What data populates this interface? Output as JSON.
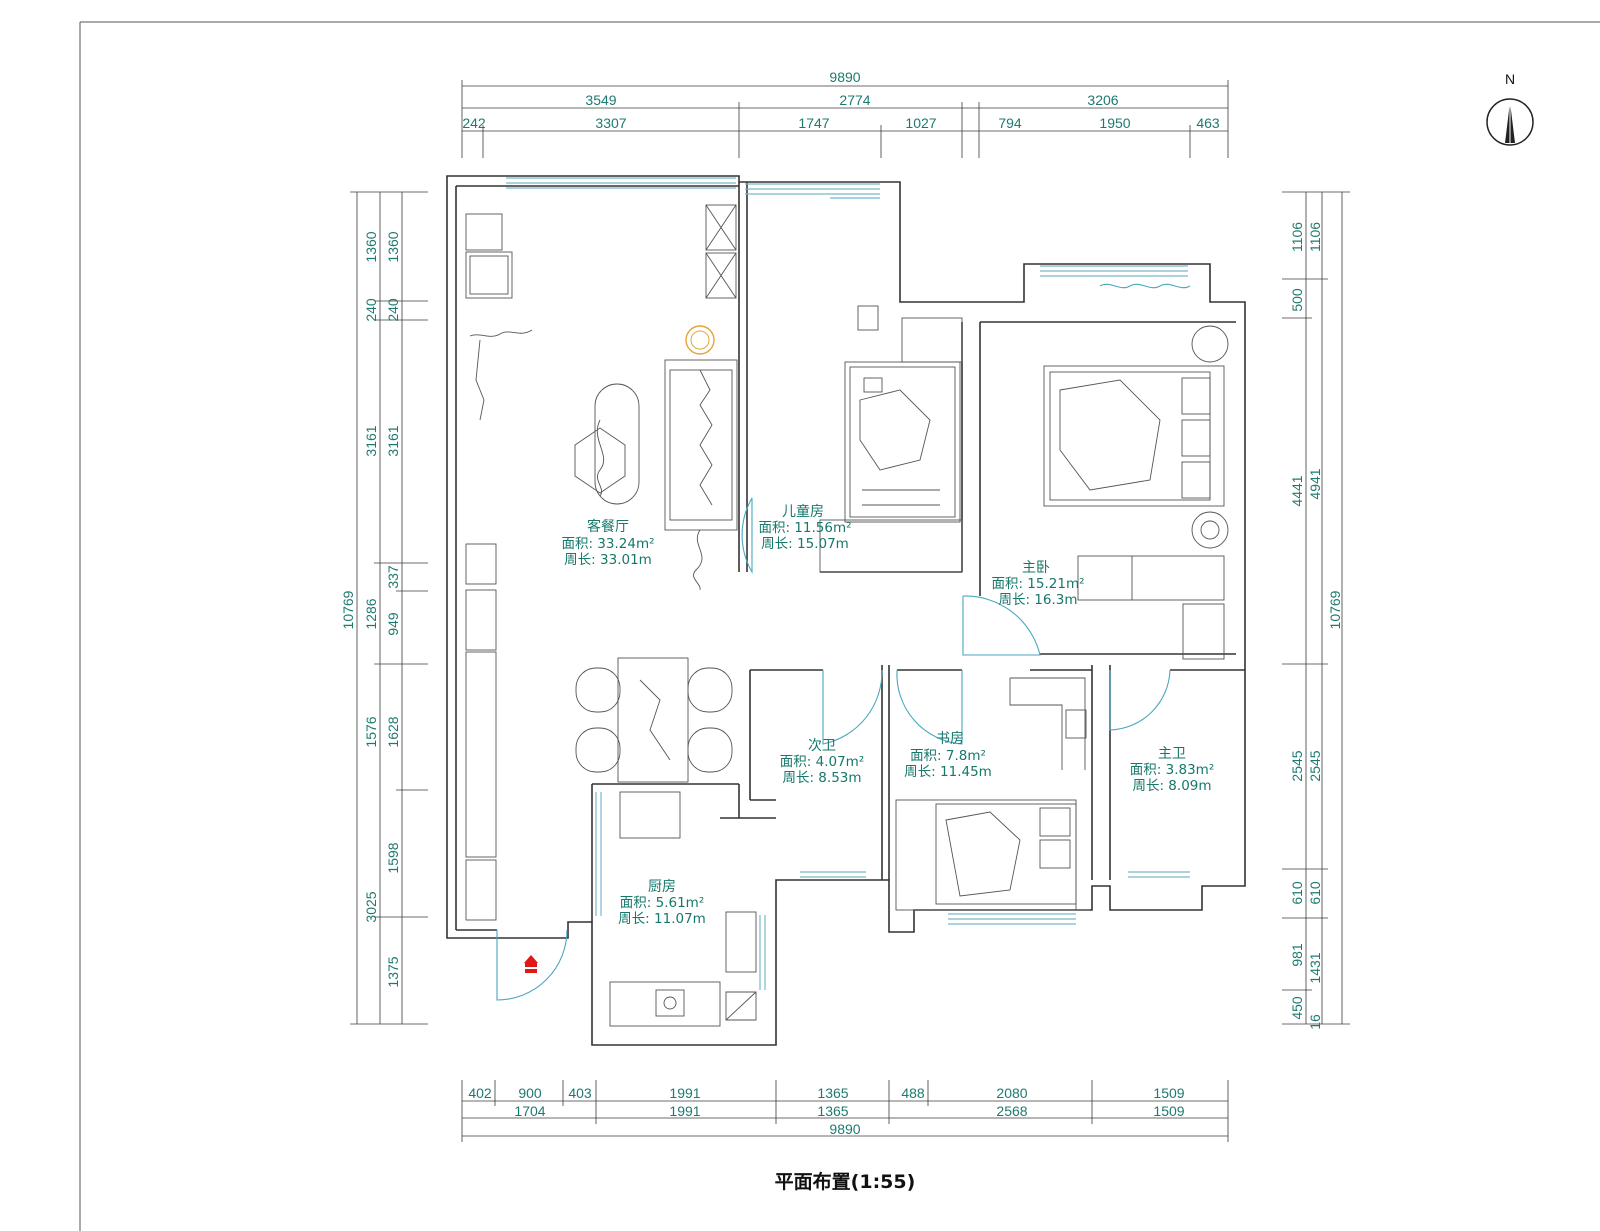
{
  "drawing": {
    "title": "平面布置(1:55)",
    "north_label": "N"
  },
  "rooms": [
    {
      "id": "living",
      "name": "客餐厅",
      "area": "面积: 33.24m²",
      "perimeter": "周长: 33.01m"
    },
    {
      "id": "kids",
      "name": "儿童房",
      "area": "面积: 11.56m²",
      "perimeter": "周长: 15.07m"
    },
    {
      "id": "master",
      "name": "主卧",
      "area": "面积: 15.21m²",
      "perimeter": "周长: 16.3m"
    },
    {
      "id": "bath2",
      "name": "次卫",
      "area": "面积: 4.07m²",
      "perimeter": "周长: 8.53m"
    },
    {
      "id": "study",
      "name": "书房",
      "area": "面积: 7.8m²",
      "perimeter": "周长: 11.45m"
    },
    {
      "id": "bath1",
      "name": "主卫",
      "area": "面积: 3.83m²",
      "perimeter": "周长: 8.09m"
    },
    {
      "id": "kitchen",
      "name": "厨房",
      "area": "面积: 5.61m²",
      "perimeter": "周长: 11.07m"
    }
  ],
  "dimensions": {
    "top_total": "9890",
    "top_mid": [
      "3549",
      "2774",
      "3206"
    ],
    "top_detail": [
      "242",
      "3307",
      "1747",
      "1027",
      "794",
      "1950",
      "463"
    ],
    "bottom_detail": [
      "402",
      "900",
      "403",
      "1991",
      "1365",
      "488",
      "2080",
      "1509"
    ],
    "bottom_mid": [
      "1704",
      "1991",
      "1365",
      "2568",
      "1509"
    ],
    "bottom_total": "9890",
    "left_total": "10769",
    "left_mid": [
      "1360",
      "240",
      "3161",
      "1286",
      "1576",
      "3025"
    ],
    "left_detail": [
      "1360",
      "240",
      "3161",
      "337",
      "949",
      "1628",
      "1598",
      "1375"
    ],
    "right_total": "10769",
    "right_mid": [
      "1106",
      "4941",
      "2545",
      "610",
      "1431",
      "16"
    ],
    "right_detail": [
      "1106",
      "500",
      "4441",
      "2545",
      "610",
      "981",
      "450"
    ]
  },
  "colors": {
    "dimension_text": "#1e7a70",
    "room_text": "#16786b",
    "window": "#7ab9c8",
    "door": "#4aa7c0",
    "entry_marker": "#e01818",
    "accent_lamp": "#e3a43a"
  },
  "icons": [
    "north-arrow-icon",
    "entry-arrow-icon"
  ]
}
